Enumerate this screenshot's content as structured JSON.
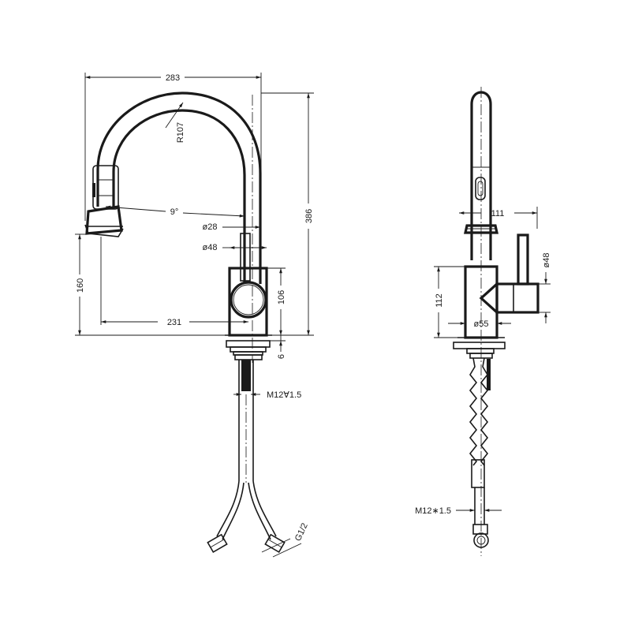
{
  "labels": {
    "w283": "283",
    "r107": "R107",
    "a9": "9°",
    "d28": "ø28",
    "d48": "ø48",
    "h386": "386",
    "h160": "160",
    "h106": "106",
    "w231": "231",
    "h6": "6",
    "m12_front": "M12∀1.5",
    "g12": "G1/2",
    "w111": "111",
    "d48_side": "ø48",
    "h112": "112",
    "d55": "ø55",
    "m12_side": "M12∗1.5"
  }
}
